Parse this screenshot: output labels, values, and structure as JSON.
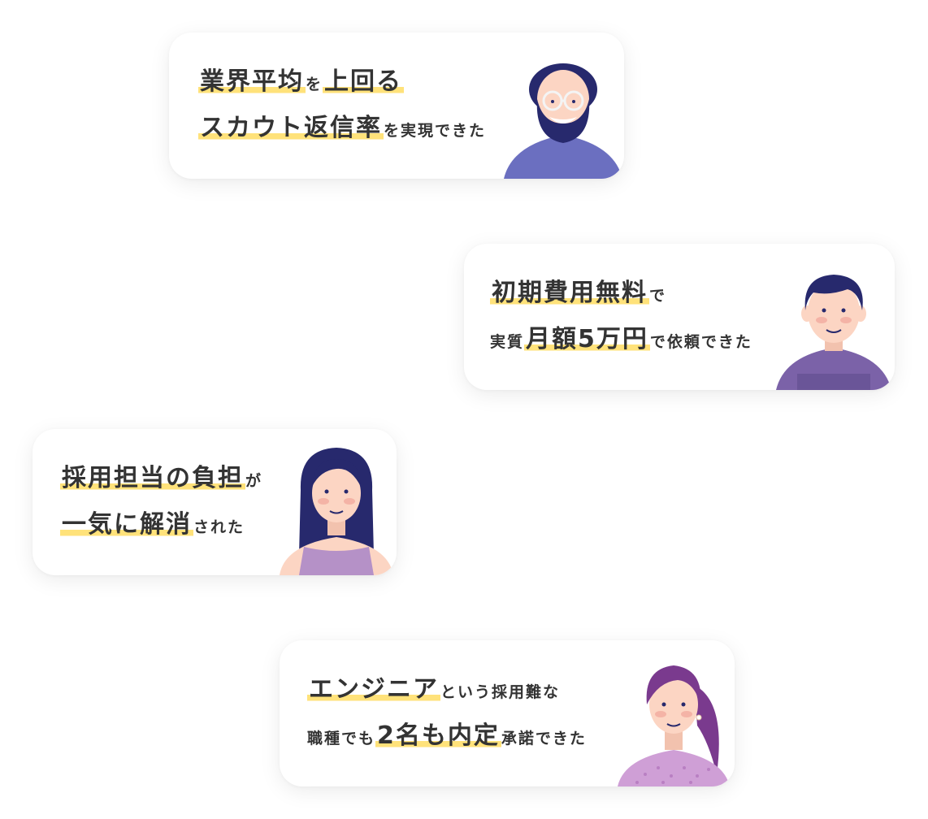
{
  "cards": [
    {
      "line1": [
        {
          "text": "業界平均",
          "highlight": true
        },
        {
          "text": "を",
          "highlight": false
        },
        {
          "text": "上回る",
          "highlight": true
        }
      ],
      "line2": [
        {
          "text": "スカウト返信率",
          "highlight": true
        },
        {
          "text": "を実現できた",
          "highlight": false
        }
      ],
      "avatar": "bearded-man-with-glasses"
    },
    {
      "line1": [
        {
          "text": "初期費用無料",
          "highlight": true
        },
        {
          "text": "で",
          "highlight": false
        }
      ],
      "line2": [
        {
          "text": "実質",
          "highlight": false
        },
        {
          "text": "月額5万円",
          "highlight": true
        },
        {
          "text": "で依頼できた",
          "highlight": false
        }
      ],
      "avatar": "young-man"
    },
    {
      "line1": [
        {
          "text": "採用担当の負担",
          "highlight": true
        },
        {
          "text": "が",
          "highlight": false
        }
      ],
      "line2": [
        {
          "text": "一気に解消",
          "highlight": true
        },
        {
          "text": "された",
          "highlight": false
        }
      ],
      "avatar": "woman-long-hair"
    },
    {
      "line1": [
        {
          "text": "エンジニア",
          "highlight": true
        },
        {
          "text": "という採用難な",
          "highlight": false
        }
      ],
      "line2": [
        {
          "text": "職種でも",
          "highlight": false
        },
        {
          "text": "2名も内定",
          "highlight": true
        },
        {
          "text": "承諾できた",
          "highlight": false
        }
      ],
      "avatar": "woman-ponytail"
    }
  ],
  "colors": {
    "highlight": "#ffe27a",
    "text": "#333333",
    "navy_hair": "#27296d",
    "skin": "#fcd5c3",
    "shirt_blue": "#6b6fc0",
    "shirt_purple": "#7b62a8",
    "top_lilac": "#b591c7",
    "hair_purple": "#7a3a8e",
    "top_pink": "#cf9fd6"
  }
}
